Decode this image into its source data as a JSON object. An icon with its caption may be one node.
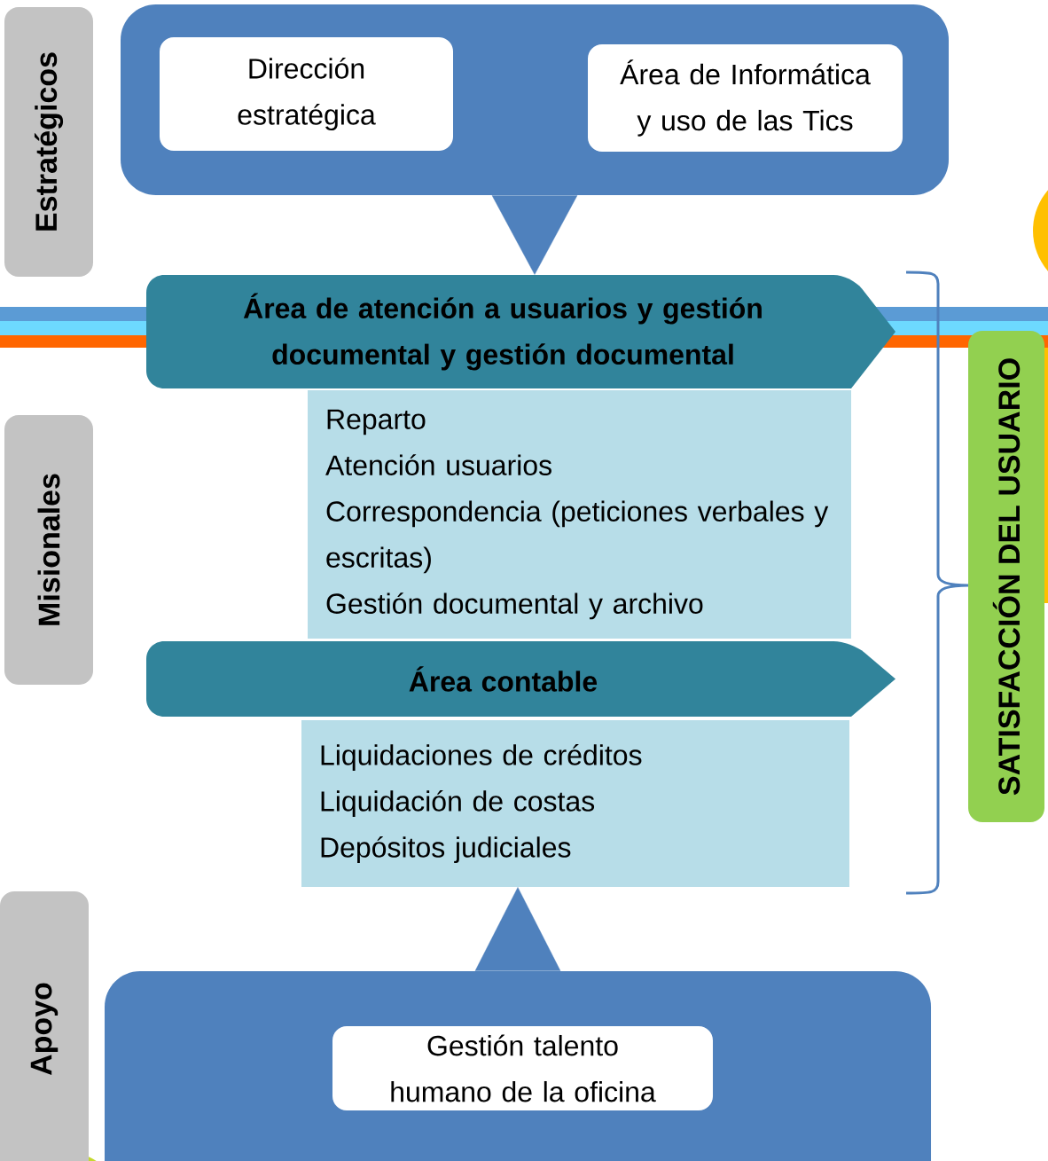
{
  "diagram": {
    "nodes": [
      {
        "text": [
          "Estratégicos"
        ]
      },
      {
        "text": [
          "Misionales"
        ]
      },
      {
        "text": [
          "Apoyo"
        ]
      },
      {
        "text": [],
        "shape": "box"
      },
      {
        "text": [
          "Dirección estratégica"
        ],
        "in": 3
      },
      {
        "text": [
          "Área de Informática y uso de las Tics"
        ],
        "in": 3
      },
      {
        "text": [
          "Área de atención a usuarios y gestión documental y gestión documental"
        ]
      },
      {
        "text": [
          "Reparto",
          "Atención usuarios",
          "Correspondencia (peticiones verbales y escritas)",
          "Gestión documental y archivo"
        ]
      },
      {
        "text": [
          "Área contable"
        ]
      },
      {
        "text": [
          "Liquidaciones de créditos",
          "Liquidación de costas",
          "Depósitos judiciales"
        ]
      },
      {
        "text": [],
        "shape": "box"
      },
      {
        "text": [
          "Gestión talento humano de la oficina"
        ],
        "in": 10
      },
      {
        "text": [
          "SATISFACCIÓN DEL USUARIO"
        ]
      }
    ],
    "edges": [
      {
        "from": 3,
        "to": 6,
        "arrow": "to"
      },
      {
        "from": 10,
        "to": 9,
        "arrow": "to"
      }
    ]
  }
}
